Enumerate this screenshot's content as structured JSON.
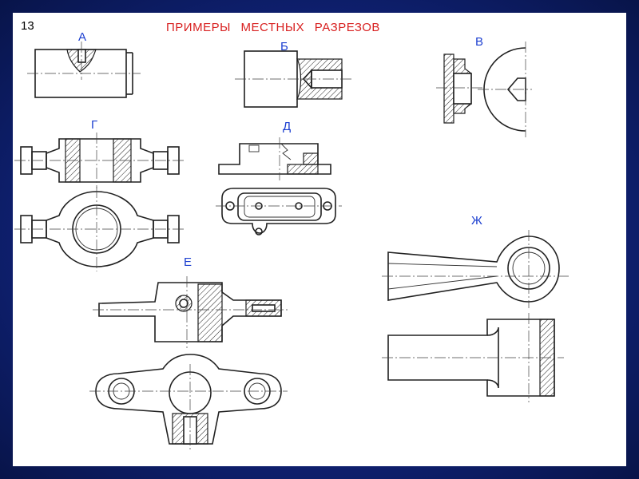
{
  "slide": {
    "number": "13",
    "title": "ПРИМЕРЫ   МЕСТНЫХ   РАЗРЕЗОВ"
  },
  "figures": [
    {
      "label": "А"
    },
    {
      "label": "Б"
    },
    {
      "label": "В"
    },
    {
      "label": "Г"
    },
    {
      "label": "Д"
    },
    {
      "label": "Е"
    },
    {
      "label": "Ж"
    }
  ],
  "colors": {
    "background": "#14288c",
    "title": "#d82020",
    "labels": "#1c3fd0",
    "lines": "#202020"
  }
}
